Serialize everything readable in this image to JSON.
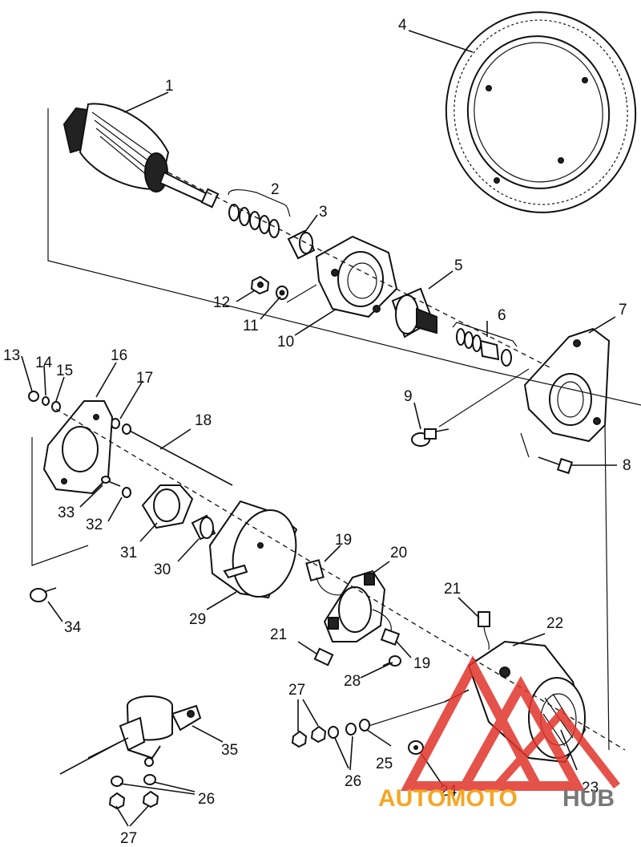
{
  "parts": [
    {
      "id": "1",
      "label": "1"
    },
    {
      "id": "2",
      "label": "2"
    },
    {
      "id": "3",
      "label": "3"
    },
    {
      "id": "4",
      "label": "4"
    },
    {
      "id": "5",
      "label": "5"
    },
    {
      "id": "6",
      "label": "6"
    },
    {
      "id": "7",
      "label": "7"
    },
    {
      "id": "8",
      "label": "8"
    },
    {
      "id": "9",
      "label": "9"
    },
    {
      "id": "10",
      "label": "10"
    },
    {
      "id": "11",
      "label": "11"
    },
    {
      "id": "12",
      "label": "12"
    },
    {
      "id": "13",
      "label": "13"
    },
    {
      "id": "14",
      "label": "14"
    },
    {
      "id": "15",
      "label": "15"
    },
    {
      "id": "16",
      "label": "16"
    },
    {
      "id": "17",
      "label": "17"
    },
    {
      "id": "18",
      "label": "18"
    },
    {
      "id": "19a",
      "label": "19"
    },
    {
      "id": "19b",
      "label": "19"
    },
    {
      "id": "20",
      "label": "20"
    },
    {
      "id": "21a",
      "label": "21"
    },
    {
      "id": "21b",
      "label": "21"
    },
    {
      "id": "22",
      "label": "22"
    },
    {
      "id": "23",
      "label": "23"
    },
    {
      "id": "24",
      "label": "24"
    },
    {
      "id": "25",
      "label": "25"
    },
    {
      "id": "26a",
      "label": "26"
    },
    {
      "id": "26b",
      "label": "26"
    },
    {
      "id": "27a",
      "label": "27"
    },
    {
      "id": "27b",
      "label": "27"
    },
    {
      "id": "28",
      "label": "28"
    },
    {
      "id": "29",
      "label": "29"
    },
    {
      "id": "30",
      "label": "30"
    },
    {
      "id": "31",
      "label": "31"
    },
    {
      "id": "32",
      "label": "32"
    },
    {
      "id": "33",
      "label": "33"
    },
    {
      "id": "34",
      "label": "34"
    },
    {
      "id": "35",
      "label": "35"
    }
  ],
  "watermark": {
    "part1": "AUTOMOTO",
    "part2": "HUB",
    "color_main": "#f5a623",
    "color_hub": "#777777",
    "color_logo": "#e0342b"
  }
}
